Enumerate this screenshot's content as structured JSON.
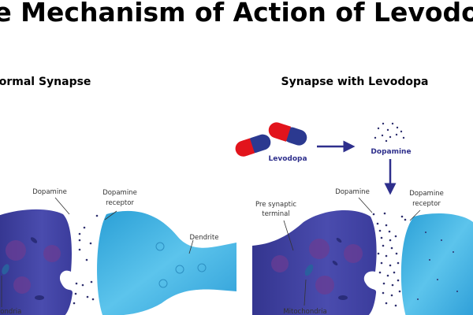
{
  "title": "The Mechanism of Action of Levodopa",
  "left_panel": {
    "heading": "Normal Synapse",
    "labels": {
      "dopamine": "Dopamine",
      "receptor_line1": "Dopamine",
      "receptor_line2": "receptor",
      "dendrite": "Dendrite",
      "mitochondria": "Mitochondria"
    }
  },
  "right_panel": {
    "heading": "Synapse with Levodopa",
    "drug_label": "Levodopa",
    "product_label": "Dopamine",
    "labels": {
      "pre_line1": "Pre synaptic",
      "pre_line2": "terminal",
      "dopamine": "Dopamine",
      "receptor_line1": "Dopamine",
      "receptor_line2": "receptor",
      "mitochondria": "Mitochondria"
    }
  },
  "colors": {
    "presynaptic": "#3f3f9e",
    "postsynaptic": "#3aaee0",
    "vesicle": "#6a3c93",
    "capsule_red": "#e2141c",
    "capsule_blue": "#2b3990",
    "arrow": "#2e2f8c"
  }
}
